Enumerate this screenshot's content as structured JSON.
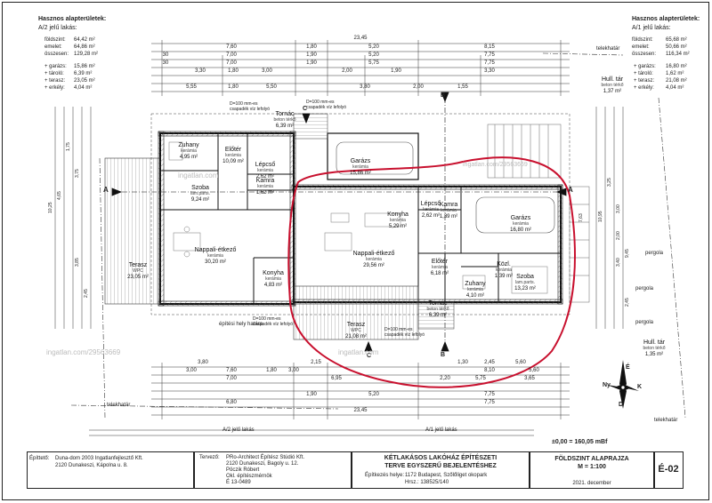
{
  "areas_left": {
    "title": "Hasznos alapterületek:",
    "subtitle": "A/2 jelű lakás:",
    "rows": [
      {
        "label": "földszint:",
        "value": "64,42 m²"
      },
      {
        "label": "emelet:",
        "value": "64,86 m²"
      },
      {
        "label": "összesen:",
        "value": "129,28 m²"
      }
    ],
    "extras": [
      {
        "label": "+ garázs:",
        "value": "15,86 m²"
      },
      {
        "label": "+ tároló:",
        "value": "6,39 m²"
      },
      {
        "label": "+ terasz:",
        "value": "23,05 m²"
      },
      {
        "label": "+ erkély:",
        "value": "4,04 m²"
      }
    ]
  },
  "areas_right": {
    "title": "Hasznos alapterületek:",
    "subtitle": "A/1 jelű lakás:",
    "rows": [
      {
        "label": "földszint:",
        "value": "65,68 m²"
      },
      {
        "label": "emelet:",
        "value": "50,66 m²"
      },
      {
        "label": "összesen:",
        "value": "116,34 m²"
      }
    ],
    "extras": [
      {
        "label": "+ garázs:",
        "value": "16,80 m²"
      },
      {
        "label": "+ tároló:",
        "value": "1,62 m²"
      },
      {
        "label": "+ terasz:",
        "value": "21,08 m²"
      },
      {
        "label": "+ erkély:",
        "value": "4,04 m²"
      }
    ]
  },
  "rooms": [
    {
      "name": "Zuhany",
      "material": "kerámia",
      "area": "4,95 m²"
    },
    {
      "name": "Előtér",
      "material": "kerámia",
      "area": "10,09 m²"
    },
    {
      "name": "Tornác",
      "material": "beton térkő",
      "area": "6,39 m²"
    },
    {
      "name": "Garázs",
      "material": "kerámia",
      "area": "15,86 m²"
    },
    {
      "name": "Lépcső",
      "material": "kerámia",
      "area": "2,62 m²"
    },
    {
      "name": "Szoba",
      "material": "lam.parts.",
      "area": "9,24 m²"
    },
    {
      "name": "Kamra",
      "material": "kerámia",
      "area": "1,62 m²"
    },
    {
      "name": "Nappali-étkező",
      "material": "kerámia",
      "area": "30,20 m²"
    },
    {
      "name": "Konyha",
      "material": "kerámia",
      "area": "4,83 m²"
    },
    {
      "name": "Terasz",
      "material": "WPC",
      "area": "23,05 m²"
    },
    {
      "name": "Konyha",
      "material": "kerámia",
      "area": "5,29 m²"
    },
    {
      "name": "Lépcső",
      "material": "kerámia",
      "area": "2,62 m²"
    },
    {
      "name": "Kamra",
      "material": "kerámia",
      "area": "1,39 m²"
    },
    {
      "name": "Garázs",
      "material": "kerámia",
      "area": "16,80 m²"
    },
    {
      "name": "Nappali-étkező",
      "material": "kerámia",
      "area": "29,56 m²"
    },
    {
      "name": "Előtér",
      "material": "kerámia",
      "area": "6,18 m²"
    },
    {
      "name": "Közl.",
      "material": "kerámia",
      "area": "1,39 m²"
    },
    {
      "name": "Zuhany",
      "material": "kerámia",
      "area": "4,10 m²"
    },
    {
      "name": "Szoba",
      "material": "lam.parts.",
      "area": "13,23 m²"
    },
    {
      "name": "Tornác",
      "material": "beton térkő",
      "area": "6,39 m²"
    },
    {
      "name": "Terasz",
      "material": "WPC",
      "area": "21,08 m²"
    }
  ],
  "labels": {
    "hull_tar_top": "Hull. tár",
    "hull_tar_top_sub": "beton térkő",
    "hull_tar_top_area": "1,37 m²",
    "hull_tar_bottom": "Hull. tár",
    "hull_tar_bottom_sub": "beton térkő",
    "hull_tar_bottom_area": "1,35 m²",
    "pergola_1": "pergola",
    "pergola_2": "pergola",
    "pergola_3": "pergola",
    "telekhatar_1": "telekhatár",
    "telekhatar_2": "telekhatár",
    "telekhatar_3": "telekhatár",
    "epitesi_hely": "építési hely határa",
    "csapadek_1": "D=100 mm-es csapadék víz lefolyó",
    "csapadek_2": "D=100 mm-es csapadék víz lefolyó",
    "csapadek_3": "D=100 mm-es csapadék víz lefolyó",
    "csapadek_4": "D=100 mm-es csapadék víz lefolyó",
    "lakas_a2": "A/2 jelű lakás",
    "lakas_a1": "A/1 jelű lakás",
    "level": "±0,00 = 160,05 mBf",
    "section_a": "A",
    "section_a2": "A",
    "section_b": "B",
    "section_b2": "B",
    "section_c": "C",
    "section_c2": "C",
    "total_top": "23,45",
    "total_bottom": "23,45",
    "watermark_top": "ingatlan.com",
    "watermark_mid": "ingatlan.com/29563669",
    "watermark_left": "ingatlan.com/29563669",
    "watermark_low": "ingatlan.com"
  },
  "compass": {
    "n": "É",
    "e": "K",
    "s": "D",
    "w": "Ny"
  },
  "title_block": {
    "builder_label": "Építtető:",
    "builder_name": "Duna-dom 2003 Ingatlanfejlesztő Kft.",
    "builder_addr": "2120 Dunakeszi, Kápolna u. 8.",
    "designer_label": "Tervező:",
    "designer_name": "PRo-Architect Építész Stúdió Kft.",
    "designer_addr": "2120 Dunakeszi, Bagoly u. 12.",
    "designer_person": "Pöczik Róbert",
    "designer_title": "Okl. építészmérnök",
    "designer_id": "É 13-0489",
    "project_title_1": "KÉTLAKÁSOS LAKÓHÁZ ÉPÍTÉSZETI",
    "project_title_2": "TERVE EGYSZERŰ BEJELENTÉSHEZ",
    "site_label": "Építkezés helye:",
    "site_addr": "1172 Budapest, Szőlőliget okopark",
    "hrsz": "Hrsz.: 138525/140",
    "sheet_title": "FÖLDSZINT ALAPRAJZA",
    "scale": "M = 1:100",
    "date": "2021. december",
    "sheet_no": "É-02"
  },
  "dims_top": [
    "7,60",
    "1,80",
    "5,20",
    "8,15",
    "30",
    "7,00",
    "1,90",
    "5,20",
    "7,75",
    "30",
    "7,00",
    "1,90",
    "5,75",
    "7,75",
    "3,30",
    "1,80",
    "3,00",
    "2,00",
    "1,90",
    "3,30",
    "5,55",
    "1,80",
    "5,50",
    "3,80",
    "2,00",
    "1,55"
  ],
  "dims_bottom": [
    "3,80",
    "7,60",
    "2,15",
    "6,95",
    "8,10",
    "7,00",
    "2,20",
    "5,20",
    "7,75",
    "6,80",
    "1,90",
    "5,60",
    "7,75",
    "3,00",
    "1,80",
    "3,00",
    "5,75",
    "1,30",
    "2,45",
    "5,60",
    "3,65"
  ],
  "dims_left": [
    "10,25",
    "4,65",
    "1,75",
    "3,75",
    "3,85",
    "2,45"
  ],
  "dims_right": [
    "10,95",
    "3,25",
    "7,63",
    "3,00",
    "2,00",
    "3,40",
    "9,45",
    "2,45"
  ]
}
